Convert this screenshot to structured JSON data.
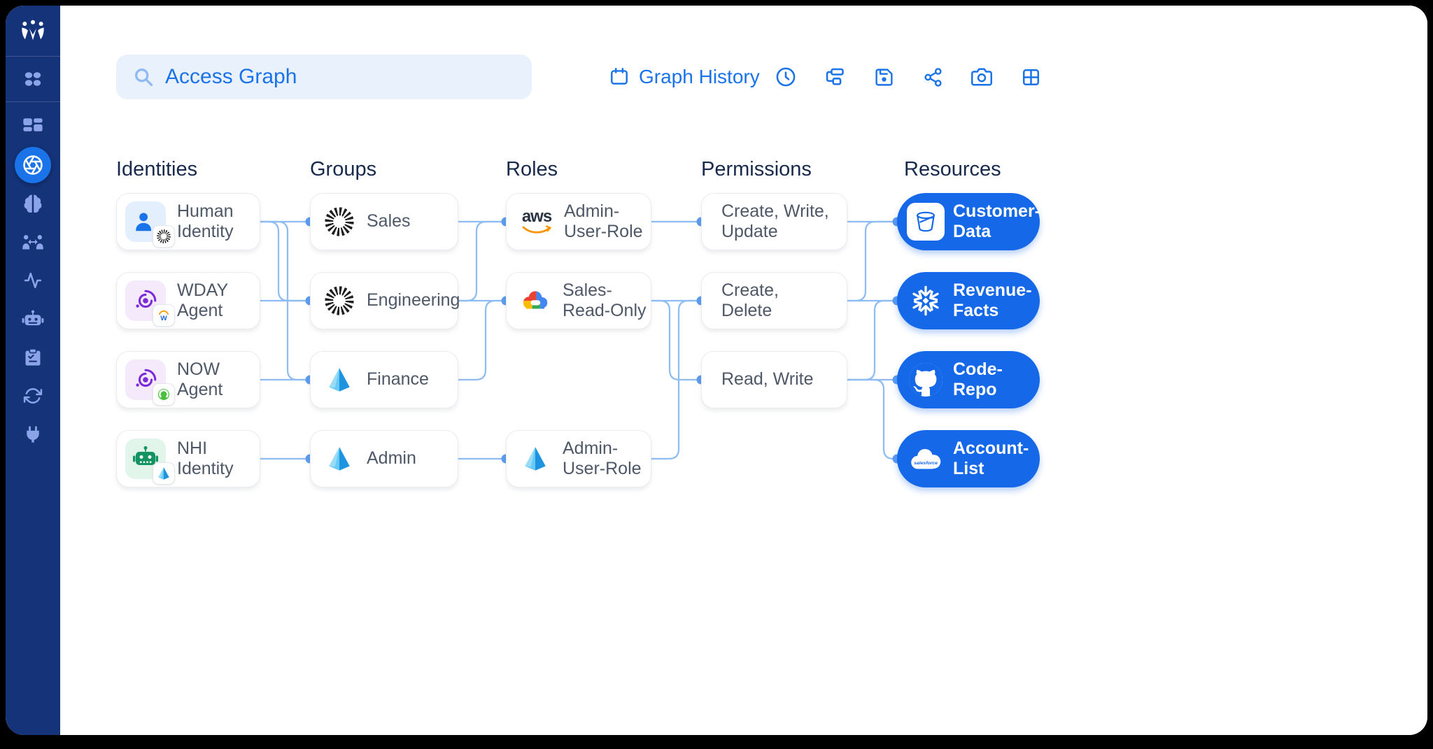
{
  "colors": {
    "accent": "#1a73e8",
    "pill": "#1568e8",
    "edge": "#8ebdf4",
    "sidebar": "#143378",
    "search_bg": "#e9f1fd"
  },
  "sidebar": {
    "logo": "crown-logo",
    "items": [
      "apps-grid",
      "dashboard",
      "access-graph-aperture",
      "ai-brain",
      "identity-exchange",
      "activity-pulse",
      "agent-robot",
      "audit-clipboard",
      "sync-cycle",
      "integrations-plug"
    ],
    "active_item": "access-graph-aperture"
  },
  "search": {
    "value": "Access Graph"
  },
  "toolbar": {
    "graph_history": "Graph History",
    "icons": [
      "history-clock",
      "hierarchy-view",
      "save",
      "share",
      "screenshot-camera",
      "layout-grid"
    ]
  },
  "graph": {
    "columns": [
      {
        "label": "Identities",
        "nodes": [
          {
            "id": "human-identity",
            "label": "Human\nIdentity",
            "icon": "user",
            "badge": "okta"
          },
          {
            "id": "wday-agent",
            "label": "WDAY\nAgent",
            "icon": "ai-agent",
            "badge": "workday"
          },
          {
            "id": "now-agent",
            "label": "NOW\nAgent",
            "icon": "ai-agent",
            "badge": "servicenow"
          },
          {
            "id": "nhi-identity",
            "label": "NHI\nIdentity",
            "icon": "robot",
            "badge": "pyramid"
          }
        ]
      },
      {
        "label": "Groups",
        "nodes": [
          {
            "id": "sales",
            "label": "Sales",
            "icon": "okta-ring"
          },
          {
            "id": "engineering",
            "label": "Engineering",
            "icon": "okta-ring"
          },
          {
            "id": "finance",
            "label": "Finance",
            "icon": "pyramid"
          },
          {
            "id": "admin",
            "label": "Admin",
            "icon": "pyramid"
          }
        ]
      },
      {
        "label": "Roles",
        "nodes": [
          {
            "id": "aws-admin-user-role",
            "label": "Admin-\nUser-Role",
            "icon": "aws"
          },
          {
            "id": "sales-read-only",
            "label": "Sales-\nRead-Only",
            "icon": "google-cloud"
          },
          {
            "id": "admin-user-role-2",
            "label": "Admin-\nUser-Role",
            "icon": "pyramid"
          }
        ]
      },
      {
        "label": "Permissions",
        "nodes": [
          {
            "id": "perm-cwu",
            "label": "Create, Write,\nUpdate"
          },
          {
            "id": "perm-cd",
            "label": "Create,\nDelete"
          },
          {
            "id": "perm-rw",
            "label": "Read, Write"
          }
        ]
      },
      {
        "label": "Resources",
        "nodes": [
          {
            "id": "customer-data",
            "label": "Customer-\nData",
            "icon": "s3-bucket"
          },
          {
            "id": "revenue-facts",
            "label": "Revenue-\nFacts",
            "icon": "snowflake"
          },
          {
            "id": "code-repo",
            "label": "Code-\nRepo",
            "icon": "github"
          },
          {
            "id": "account-list",
            "label": "Account-\nList",
            "icon": "salesforce"
          }
        ]
      }
    ],
    "edges": [
      {
        "from": "human-identity",
        "to": "sales"
      },
      {
        "from": "human-identity",
        "to": "engineering"
      },
      {
        "from": "human-identity",
        "to": "finance"
      },
      {
        "from": "wday-agent",
        "to": "engineering"
      },
      {
        "from": "now-agent",
        "to": "finance"
      },
      {
        "from": "nhi-identity",
        "to": "admin"
      },
      {
        "from": "sales",
        "to": "aws-admin-user-role"
      },
      {
        "from": "engineering",
        "to": "aws-admin-user-role"
      },
      {
        "from": "engineering",
        "to": "sales-read-only"
      },
      {
        "from": "finance",
        "to": "sales-read-only"
      },
      {
        "from": "admin",
        "to": "admin-user-role-2"
      },
      {
        "from": "aws-admin-user-role",
        "to": "perm-cwu"
      },
      {
        "from": "sales-read-only",
        "to": "perm-cd"
      },
      {
        "from": "sales-read-only",
        "to": "perm-rw"
      },
      {
        "from": "admin-user-role-2",
        "to": "perm-cd"
      },
      {
        "from": "perm-cwu",
        "to": "customer-data"
      },
      {
        "from": "perm-cd",
        "to": "customer-data"
      },
      {
        "from": "perm-cd",
        "to": "revenue-facts"
      },
      {
        "from": "perm-rw",
        "to": "revenue-facts"
      },
      {
        "from": "perm-rw",
        "to": "code-repo"
      },
      {
        "from": "perm-rw",
        "to": "account-list"
      }
    ]
  }
}
